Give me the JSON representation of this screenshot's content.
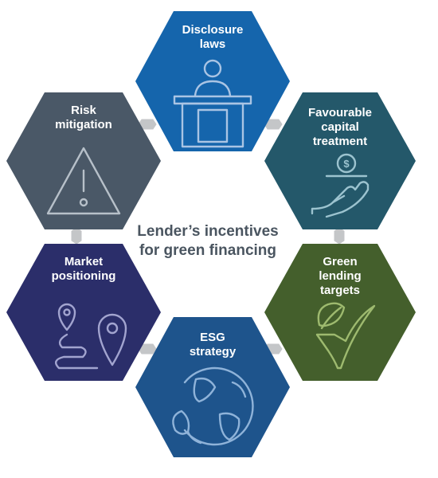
{
  "center_title": {
    "line1": "Lender’s incentives",
    "line2": "for green financing"
  },
  "nodes": {
    "disclosure": {
      "line1": "Disclosure",
      "line2": "laws",
      "color": "#1565ac",
      "icon": "speaker-podium-icon"
    },
    "capital": {
      "line1": "Favourable",
      "line2": "capital",
      "line3": "treatment",
      "color": "#24586a",
      "icon": "hand-coin-icon"
    },
    "green_lending": {
      "line1": "Green",
      "line2": "lending",
      "line3": "targets",
      "color": "#445f2c",
      "icon": "leaf-check-icon"
    },
    "esg": {
      "line1": "ESG",
      "line2": "strategy",
      "color": "#1e548c",
      "icon": "globe-leaf-icon"
    },
    "market": {
      "line1": "Market",
      "line2": "positioning",
      "color": "#2b2e6a",
      "icon": "map-pins-route-icon"
    },
    "risk": {
      "line1": "Risk",
      "line2": "mitigation",
      "color": "#4a5867",
      "icon": "warning-triangle-icon"
    }
  },
  "connector_color": "#c4c6c8"
}
